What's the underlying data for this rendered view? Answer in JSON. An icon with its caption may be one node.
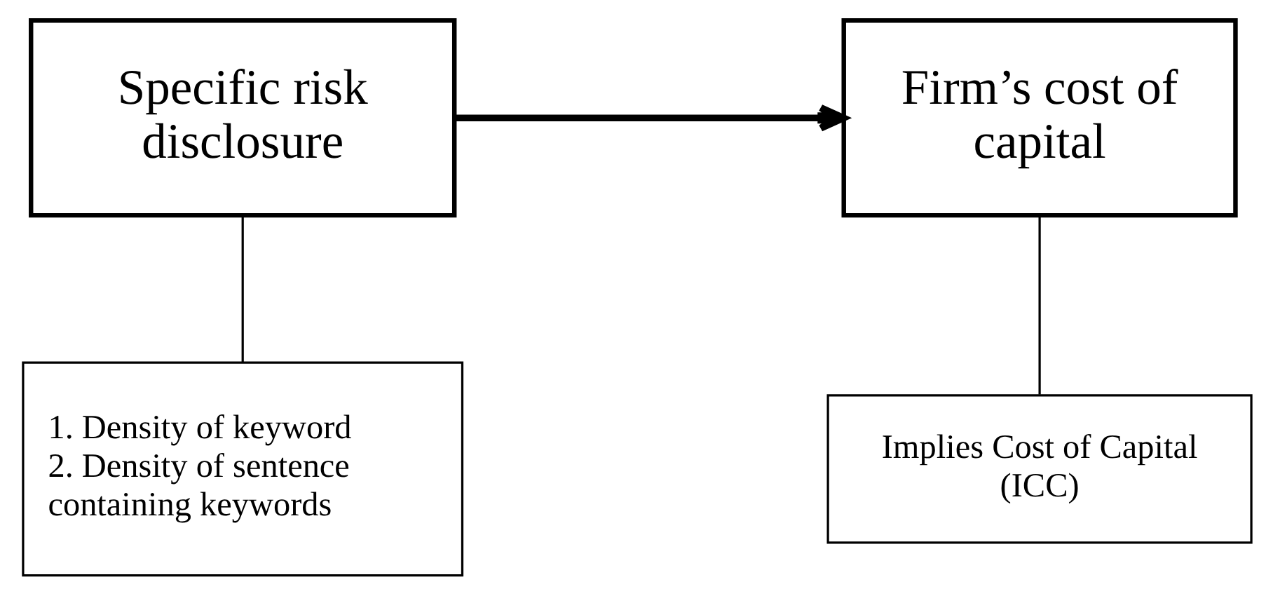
{
  "diagram": {
    "nodes": [
      {
        "text": [
          "Specific risk disclosure"
        ]
      },
      {
        "text": [
          "Firm’s cost of capital"
        ]
      },
      {
        "text": [
          "1. Density of keyword",
          "2. Density of sentence containing keywords"
        ]
      },
      {
        "text": [
          "Implies Cost of Capital (ICC)"
        ]
      }
    ],
    "edges": [
      {
        "from": 0,
        "to": 1,
        "arrow": "to",
        "style": "thick"
      },
      {
        "from": 0,
        "to": 2,
        "arrow": "none"
      },
      {
        "from": 1,
        "to": 3,
        "arrow": "none"
      }
    ]
  }
}
